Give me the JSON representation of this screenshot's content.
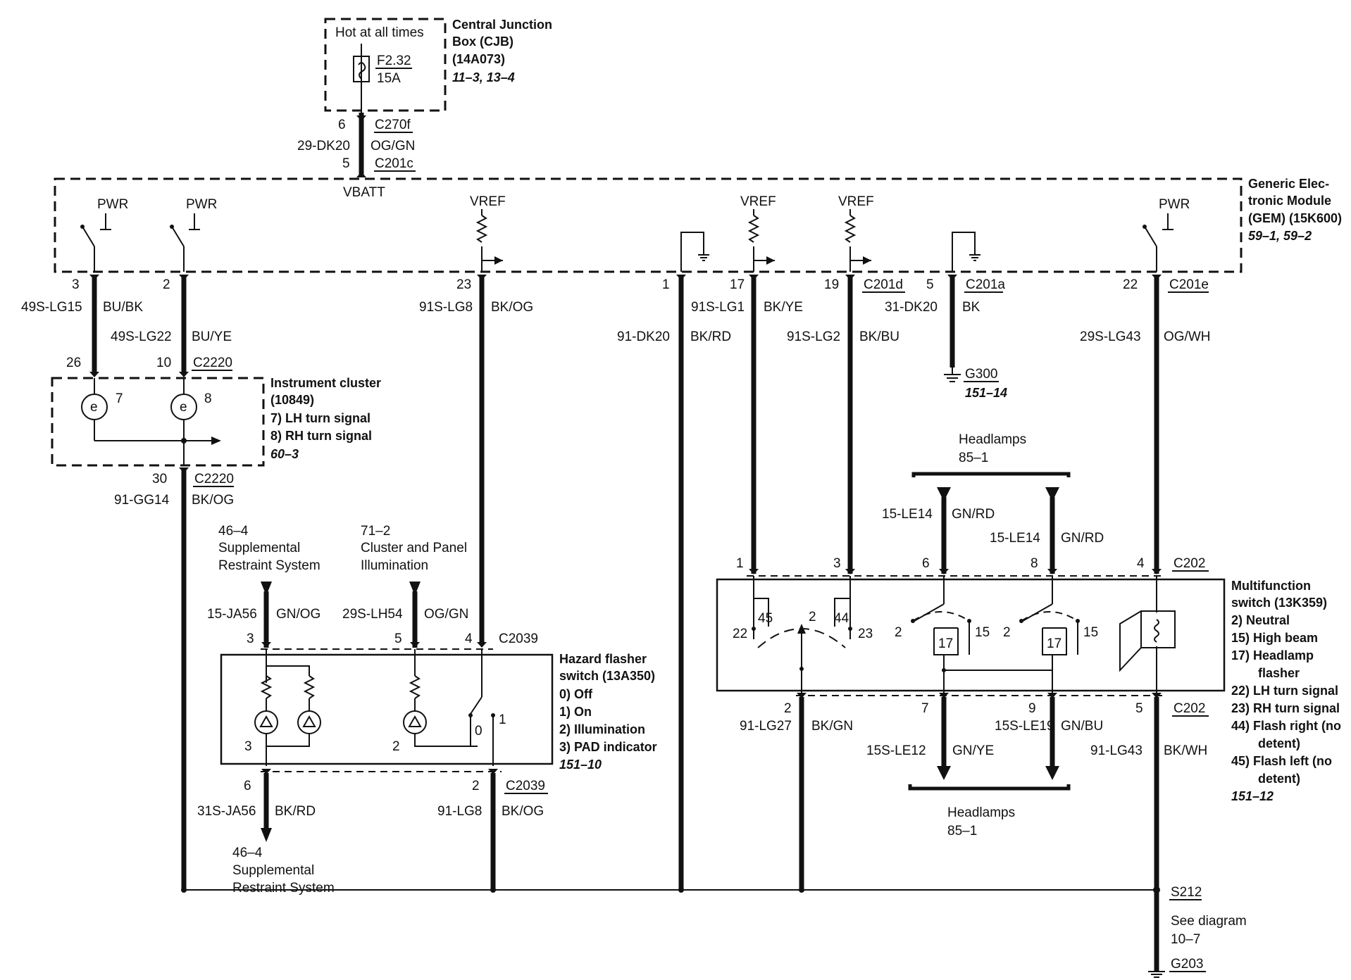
{
  "cjb": {
    "hot": "Hot at all times",
    "fuse": "F2.32",
    "fuse_amp": "15A",
    "title": [
      "Central Junction",
      "Box (CJB)",
      "(14A073)"
    ],
    "ref": "11–3, 13–4"
  },
  "feed": {
    "pin_top": "6",
    "conn_top": "C270f",
    "circuit": "29-DK20",
    "color": "OG/GN",
    "pin_bottom": "5",
    "conn_bottom": "C201c",
    "vbatt": "VBATT"
  },
  "gem": {
    "title": [
      "Generic Elec-",
      "tronic Module",
      "(GEM) (15K600)"
    ],
    "ref": "59–1, 59–2",
    "pwr": "PWR",
    "vref": "VREF"
  },
  "wires": [
    {
      "pin": "3",
      "circuit": "49S-LG15",
      "color": "BU/BK"
    },
    {
      "pin": "2",
      "circuit": "49S-LG22",
      "color": "BU/YE"
    },
    {
      "pin": "23",
      "circuit": "91S-LG8",
      "color": "BK/OG"
    },
    {
      "pin": "1",
      "circuit": "91-DK20",
      "color": "BK/RD"
    },
    {
      "pin": "17",
      "circuit": "91S-LG1",
      "color": "BK/YE"
    },
    {
      "pin": "19",
      "circuit": "91S-LG2",
      "color": "BK/BU"
    },
    {
      "pin": "5",
      "circuit": "31-DK20",
      "color": "BK"
    },
    {
      "pin": "22",
      "circuit": "29S-LG43",
      "color": "OG/WH"
    }
  ],
  "connectors": {
    "c201d": "C201d",
    "c201a": "C201a",
    "c201e": "C201e",
    "c2220": "C2220",
    "c2039": "C2039",
    "c202": "C202"
  },
  "ground_g300": {
    "name": "G300",
    "ref": "151–14"
  },
  "cluster": {
    "pin_a": "26",
    "pin_b": "10",
    "lamp_a": "7",
    "lamp_b": "8",
    "title": [
      "Instrument cluster",
      "(10849)"
    ],
    "items": [
      "7)   LH turn signal",
      "8)   RH turn signal"
    ],
    "ref": "60–3",
    "out_pin": "30",
    "out_circuit": "91-GG14",
    "out_color": "BK/OG"
  },
  "srs_in": {
    "ref": "46–4",
    "name": [
      "Supplemental",
      "Restraint System"
    ],
    "circuit": "15-JA56",
    "color": "GN/OG",
    "pin": "3"
  },
  "illum_in": {
    "ref": "71–2",
    "name": [
      "Cluster and Panel",
      "Illumination"
    ],
    "circuit": "29S-LH54",
    "color": "OG/GN",
    "pin": "5"
  },
  "hazard": {
    "pin_in": "4",
    "title": [
      "Hazard flasher",
      "switch (13A350)"
    ],
    "items": [
      "0)    Off",
      "1)    On",
      "2)    Illumination",
      "3)    PAD indicator"
    ],
    "ref": "151–10",
    "lamp3": "3",
    "lamp2": "2",
    "sw0": "0",
    "sw1": "1",
    "out6": {
      "pin": "6",
      "circuit": "31S-JA56",
      "color": "BK/RD"
    },
    "out2": {
      "pin": "2",
      "circuit": "91-LG8",
      "color": "BK/OG"
    }
  },
  "srs_out": {
    "ref": "46–4",
    "name": [
      "Supplemental",
      "Restraint System"
    ]
  },
  "headlamps_top": {
    "name": "Headlamps",
    "ref": "85–1",
    "w6": {
      "pin": "6",
      "circuit": "15-LE14",
      "color": "GN/RD"
    },
    "w8": {
      "pin": "8",
      "circuit": "15-LE14",
      "color": "GN/RD"
    }
  },
  "mfs": {
    "pins_top": {
      "p1": "1",
      "p3": "3",
      "p4": "4"
    },
    "inner": {
      "n45": "45",
      "n44": "44",
      "n22": "22",
      "n23": "23",
      "n2": "2",
      "n17": "17",
      "n15": "15"
    },
    "title": [
      "Multifunction",
      "switch (13K359)"
    ],
    "items": [
      "2)    Neutral",
      "15)  High beam",
      "17)  Headlamp",
      "flasher",
      "22)  LH turn signal",
      "23)  RH turn signal",
      "44)  Flash right (no",
      "detent)",
      "45)  Flash left (no",
      "detent)"
    ],
    "ref": "151–12",
    "out2": {
      "pin": "2",
      "circuit": "91-LG27",
      "color": "BK/GN"
    },
    "out7": {
      "pin": "7",
      "circuit": "15S-LE12",
      "color": "GN/YE"
    },
    "out9": {
      "pin": "9",
      "circuit": "15S-LE19",
      "color": "GN/BU"
    },
    "out5": {
      "pin": "5",
      "circuit": "91-LG43",
      "color": "BK/WH"
    }
  },
  "headlamps_bottom": {
    "name": "Headlamps",
    "ref": "85–1"
  },
  "splice": {
    "name": "S212",
    "see": "See diagram",
    "ref": "10–7",
    "ground": "G203"
  }
}
